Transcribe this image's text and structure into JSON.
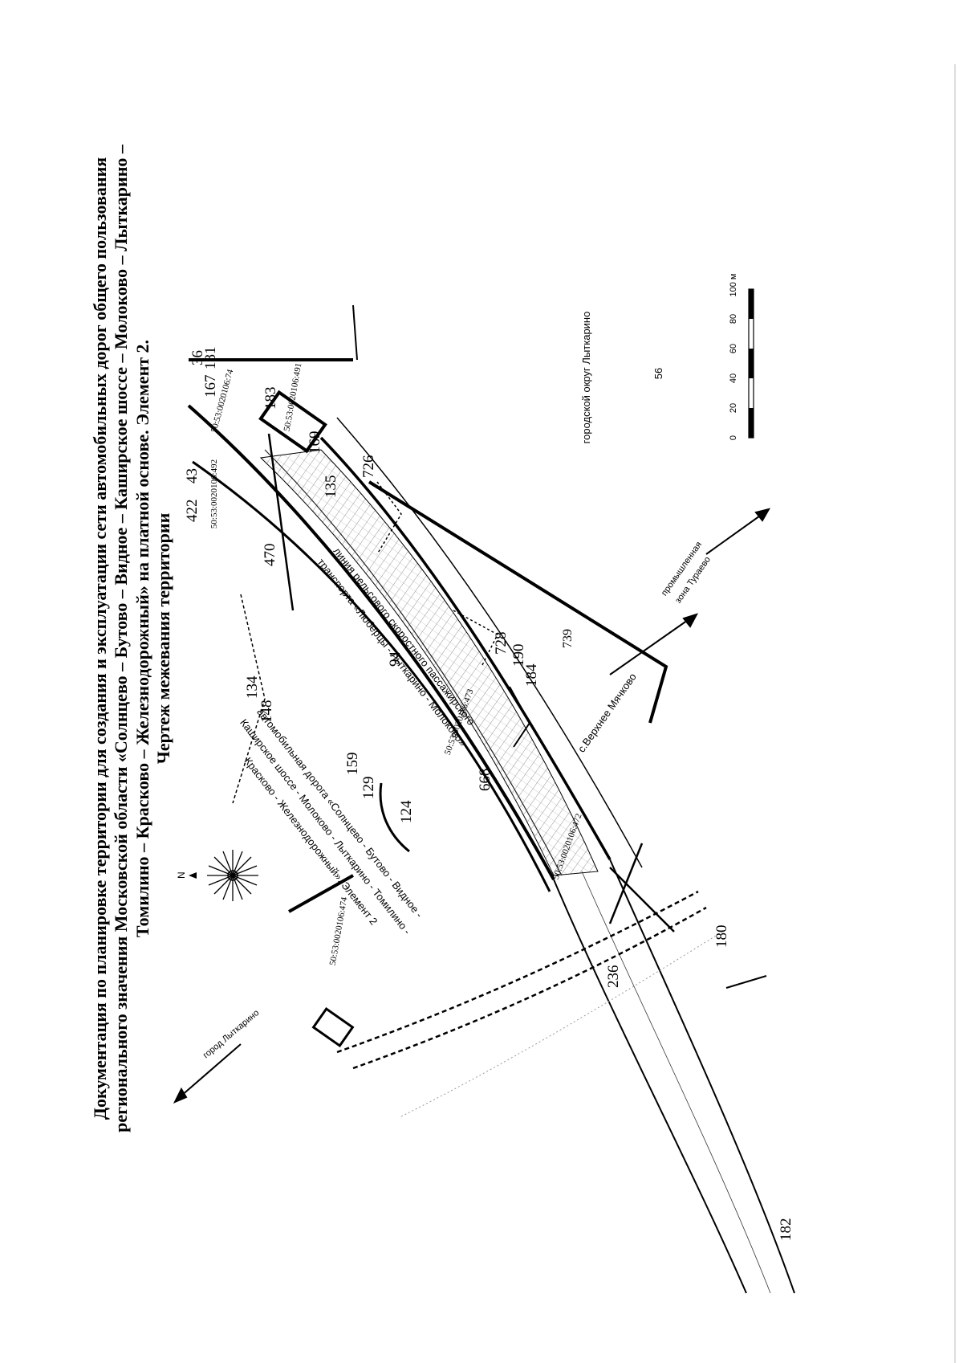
{
  "page_number": "739",
  "title_lines": [
    "Документация по планировке территории для создания и эксплуатации сети автомобильных дорог общего пользования",
    "регионального значения Московской области «Солнцево – Бутово – Видное – Каширское шоссе – Молоково – Лыткарино –",
    "Томилино – Красково – Железнодорожный» на платной основе. Элемент 2.",
    "Чертеж межевания территории"
  ],
  "compass": {
    "north": "N"
  },
  "scale_bar": {
    "ticks": [
      "0",
      "20",
      "40",
      "60",
      "80",
      "100 м"
    ]
  },
  "map_labels": {
    "district": "городской округ Лыткарино",
    "district_number": "56",
    "industrial_zone_1": "промышленная",
    "industrial_zone_2": "зона Тураево",
    "village": "с.Верхнее Мячково",
    "city": "город Лыткарино",
    "rail_line_1": "линия рельсового скоростного пассажирского",
    "rail_line_2": "транспорта «Люберцы - Лыткарино - Молоково»",
    "road_1": "автомобильная дорога «Солнцево - Бутово - Видное -",
    "road_2": "Каширское шоссе - Молоково - Лыткарино - Томилино -",
    "road_3": "Красково - Железнодорожный». Элемент 2"
  },
  "cadastral": {
    "c492": "50:53:0020106:492",
    "c74": "50:53:0020106:74",
    "c491": "50:53:0020106:491",
    "c473": "50:53:0020106:473",
    "c472": "50:53:0020106:472",
    "c474": "50:53:0020106:474"
  },
  "parcel_numbers": {
    "n36": "36",
    "n181": "181",
    "n167": "167",
    "n183": "183",
    "n43": "43",
    "n422": "422",
    "n470": "470",
    "n169": "169",
    "n135": "135",
    "n726": "726",
    "n728": "728",
    "n190": "190",
    "n184": "184",
    "n94": "94",
    "n134": "134",
    "n148": "148",
    "n159": "159",
    "n129": "129",
    "n124": "124",
    "n668": "668",
    "n180": "180",
    "n236": "236",
    "n182": "182"
  },
  "colors": {
    "ink": "#000000",
    "hatch": "#555555",
    "paper": "#ffffff"
  }
}
